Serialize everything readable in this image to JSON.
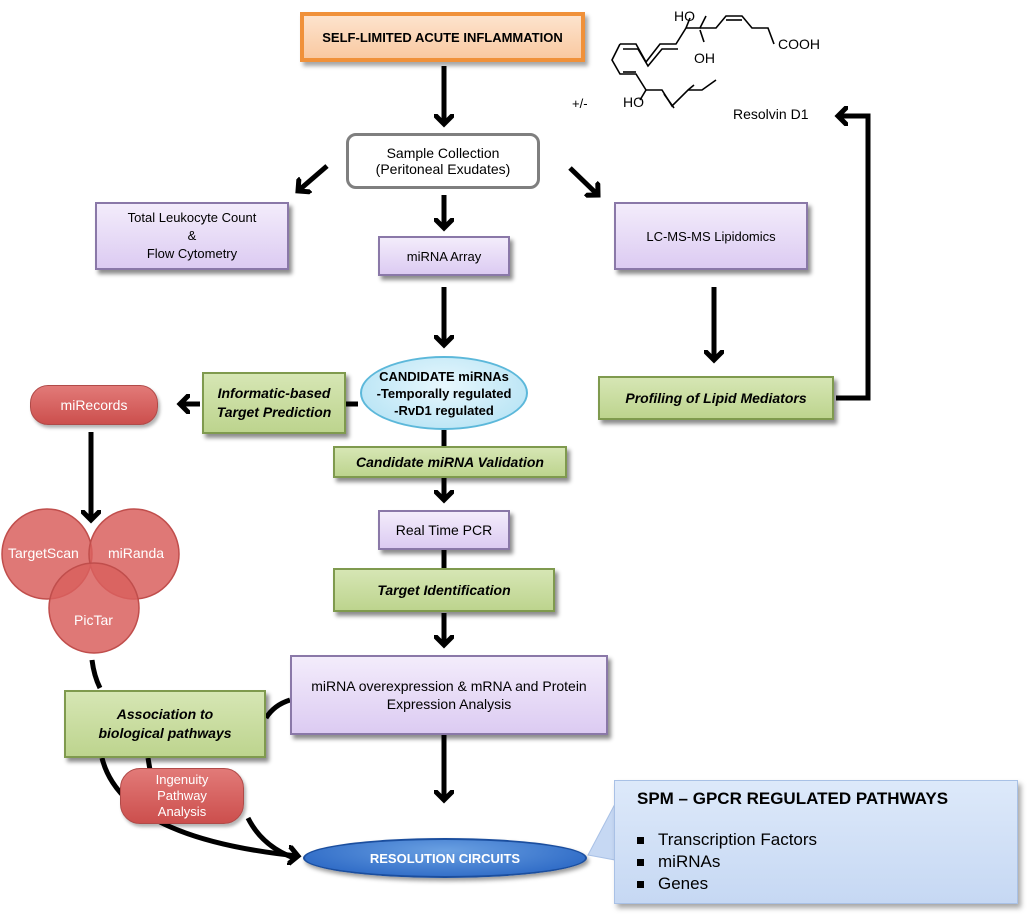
{
  "title": "SELF-LIMITED ACUTE INFLAMMATION",
  "molecule": {
    "name": "Resolvin D1",
    "racemic": "+/-",
    "labels": [
      "HO",
      "OH",
      "HO",
      "COOH"
    ]
  },
  "sample_collection": [
    "Sample Collection",
    "(Peritoneal Exudates)"
  ],
  "leukocyte": [
    "Total Leukocyte Count",
    "&",
    "Flow Cytometry"
  ],
  "mirna_array": "miRNA Array",
  "lipidomics": "LC-MS-MS  Lipidomics",
  "candidate": [
    "CANDIDATE miRNAs",
    "-Temporally regulated",
    "-RvD1 regulated"
  ],
  "profiling": "Profiling of Lipid Mediators",
  "informatic": [
    "Informatic-based",
    "Target Prediction"
  ],
  "mirecords": "miRecords",
  "venn": {
    "targetscan": "TargetScan",
    "miranda": "miRanda",
    "pictar": "PicTar"
  },
  "validation": "Candidate miRNA Validation",
  "realtime": "Real Time PCR",
  "target_id": "Target Identification",
  "overexpression": [
    "miRNA overexpression & mRNA and Protein",
    "Expression Analysis"
  ],
  "association": [
    "Association to",
    "biological pathways"
  ],
  "ingenuity": [
    "Ingenuity",
    "Pathway",
    "Analysis"
  ],
  "resolution": "RESOLUTION CIRCUITS",
  "spm": {
    "title": "SPM – GPCR  REGULATED PATHWAYS",
    "items": [
      "Transcription Factors",
      "miRNAs",
      "Genes"
    ]
  },
  "colors": {
    "orange_border": "#f0913a",
    "purple_border": "#8a78a8",
    "green_fill": "#c8dca0",
    "red_fill": "#d9605e",
    "blue_ellipse": "#2a66c6",
    "cyan_ellipse": "#aee0f3"
  }
}
